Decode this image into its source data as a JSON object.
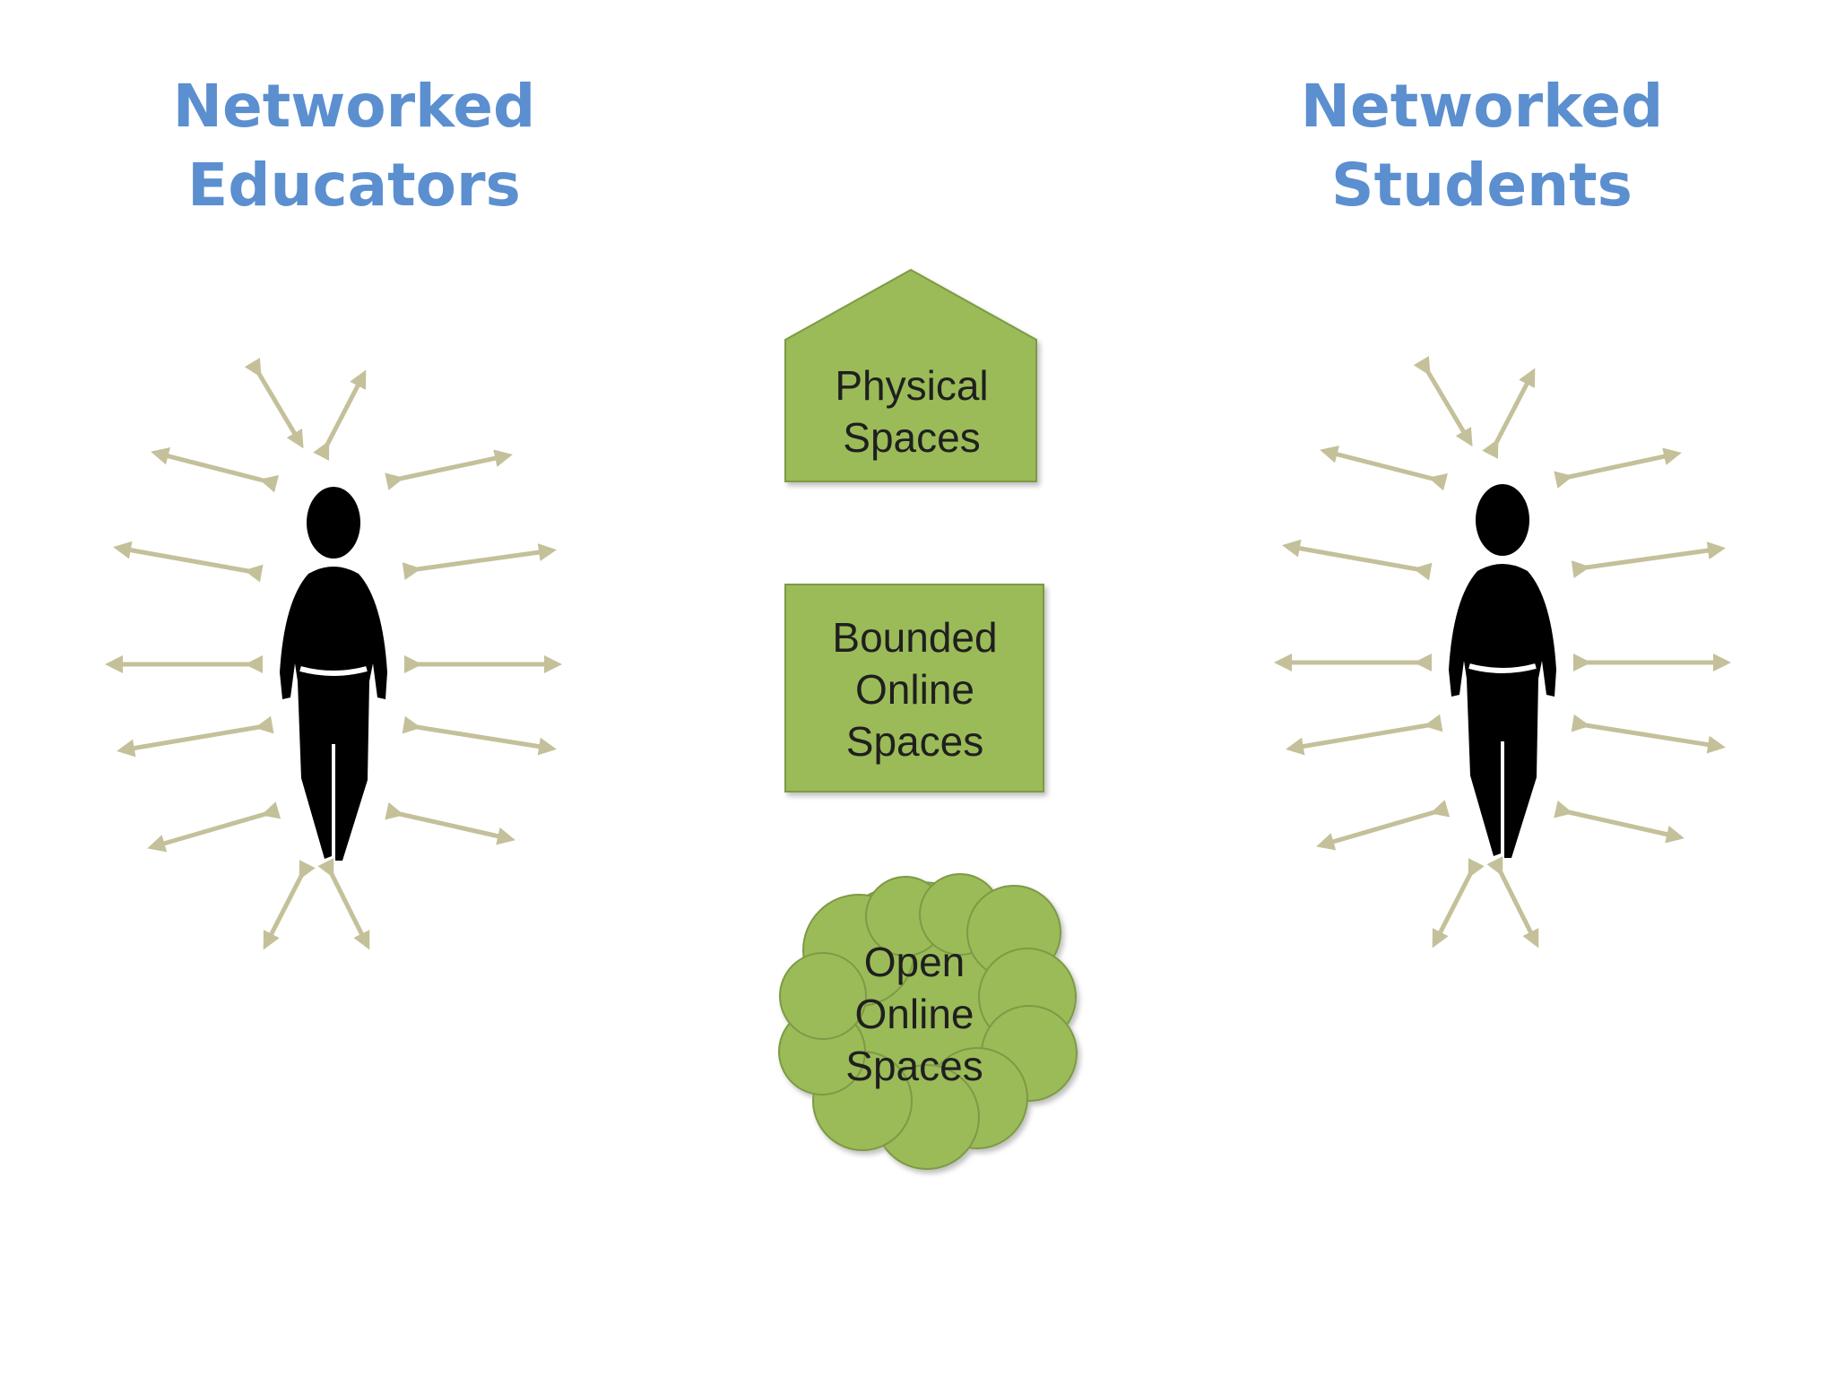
{
  "colors": {
    "heading": "#5b8fcf",
    "shape_fill": "#9bbb59",
    "shape_edge": "#7d9a44",
    "arrow": "#c4c09a",
    "figure": "#000000"
  },
  "headings": {
    "left": {
      "line1": "Networked",
      "line2": "Educators"
    },
    "right": {
      "line1": "Networked",
      "line2": "Students"
    }
  },
  "spaces": {
    "physical": {
      "shape": "house",
      "line1": "Physical",
      "line2": "Spaces"
    },
    "bounded": {
      "shape": "rectangle",
      "line1": "Bounded",
      "line2": "Online",
      "line3": "Spaces"
    },
    "open": {
      "shape": "cloud",
      "line1": "Open",
      "line2": "Online",
      "line3": "Spaces"
    }
  },
  "figures": {
    "left": {
      "icon": "person-icon",
      "arrow_count": 14
    },
    "right": {
      "icon": "person-icon",
      "arrow_count": 14
    }
  }
}
